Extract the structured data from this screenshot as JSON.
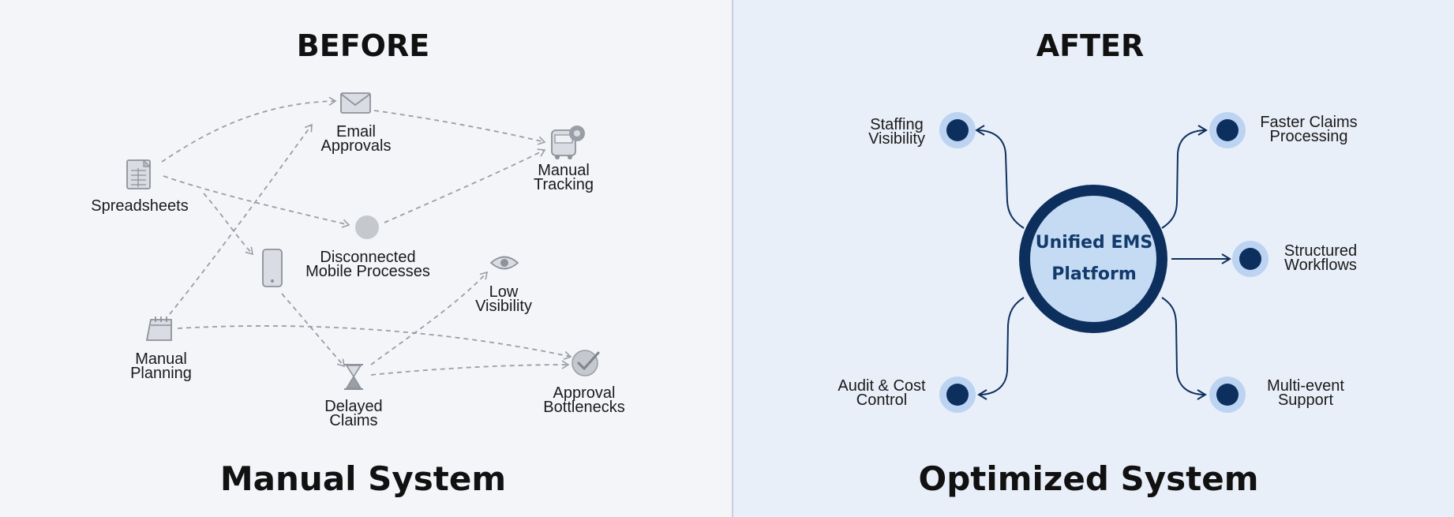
{
  "before": {
    "title": "BEFORE",
    "caption": "Manual System",
    "items": {
      "spreadsheets": [
        "Spreadsheets"
      ],
      "email": [
        "Email",
        "Approvals"
      ],
      "tracking": [
        "Manual",
        "Tracking"
      ],
      "mobile": [
        "Disconnected",
        "Mobile Processes"
      ],
      "visibility": [
        "Low",
        "Visibility"
      ],
      "planning": [
        "Manual",
        "Planning"
      ],
      "claims": [
        "Delayed",
        "Claims"
      ],
      "bottlenecks": [
        "Approval",
        "Bottlenecks"
      ]
    }
  },
  "after": {
    "title": "AFTER",
    "caption": "Optimized System",
    "hub": [
      "Unified EMS",
      "Platform"
    ],
    "items": {
      "staffing": [
        "Staffing",
        "Visibility"
      ],
      "claims": [
        "Faster Claims",
        "Processing"
      ],
      "workflows": [
        "Structured",
        "Workflows"
      ],
      "audit": [
        "Audit & Cost",
        "Control"
      ],
      "multievent": [
        "Multi-event",
        "Support"
      ]
    }
  },
  "colors": {
    "muted": "#9a9ea5",
    "navy": "#0d2f5e",
    "hub_fill": "#c5dbf4",
    "node_halo": "#bcd4f2"
  }
}
